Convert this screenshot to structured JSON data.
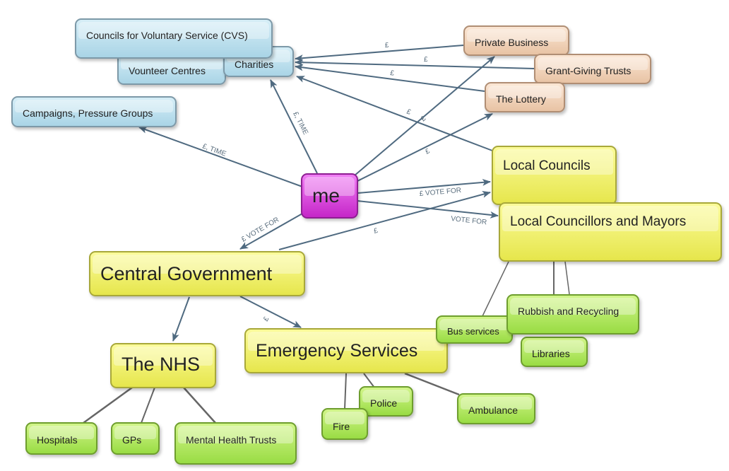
{
  "diagram": {
    "title": "",
    "colors": {
      "edge": "#4f6a80",
      "tree_line": "#666666",
      "category_blue": "#a9d4e6",
      "category_tan": "#e8c3a4",
      "category_yellow": "#e6e64c",
      "category_green": "#99dc44",
      "center_pink": "#c526c8"
    },
    "nodes": {
      "cvs": "Councils for Voluntary Service (CVS)",
      "volunteer": "Vounteer Centres",
      "charities": "Charities",
      "campaigns": "Campaigns, Pressure Groups",
      "private": "Private Business",
      "grant": "Grant-Giving Trusts",
      "lottery": "The Lottery",
      "me": "me",
      "local_councils": "Local Councils",
      "councillors": "Local Councillors and Mayors",
      "central": "Central Government",
      "nhs": "The NHS",
      "emergency": "Emergency Services",
      "bus": "Bus services",
      "rubbish": "Rubbish and Recycling",
      "libraries": "Libraries",
      "police": "Police",
      "fire": "Fire",
      "ambulance": "Ambulance",
      "hospitals": "Hospitals",
      "gps": "GPs",
      "mental": "Mental Health Trusts"
    },
    "edge_labels": {
      "private_to_charities": "£",
      "grant_to_charities": "£",
      "lottery_to_charities": "£",
      "me_to_charities": "£, TIME",
      "me_to_campaigns": "£, TIME",
      "local_to_charities": "£",
      "me_to_private": "£",
      "me_to_lottery": "£",
      "me_to_local_councils": "£  VOTE FOR",
      "me_to_councillors": "VOTE FOR",
      "me_to_central": "£ VOTE FOR",
      "central_to_local": "£",
      "central_to_emergency": "£"
    }
  }
}
